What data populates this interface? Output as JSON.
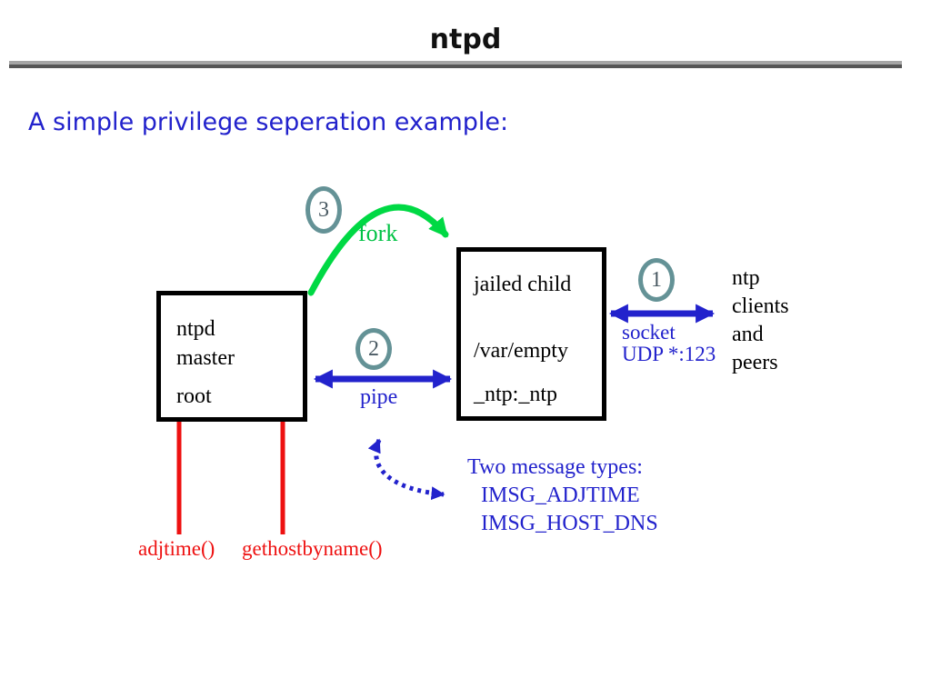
{
  "slide": {
    "title": "ntpd",
    "heading": "A simple privilege seperation example:"
  },
  "diagram": {
    "master_box": {
      "lines": [
        "ntpd",
        "master",
        "root"
      ]
    },
    "child_box": {
      "lines": [
        "jailed child",
        "/var/empty",
        "_ntp:_ntp"
      ]
    },
    "badges": {
      "fork": "3",
      "pipe": "2",
      "socket": "1"
    },
    "labels": {
      "fork": "fork",
      "pipe": "pipe",
      "socket_line1": "socket",
      "socket_line2": "UDP *:123",
      "messages_title": "Two message types:",
      "messages": [
        "IMSG_ADJTIME",
        "IMSG_HOST_DNS"
      ],
      "syscall_left": "adjtime()",
      "syscall_right": "gethostbyname()",
      "peers_lines": [
        "ntp",
        "clients",
        "and",
        "peers"
      ]
    },
    "colors": {
      "arrow_blue": "#2222cc",
      "fork_green": "#00d944",
      "syscall_red": "#ee1111",
      "badge_border_teal": "#649296",
      "badge_digit": "#4a5a63",
      "rule_light_gray": "#a6a6a6",
      "rule_dark_gray": "#565656",
      "heading_blue": "#2222cc"
    }
  }
}
